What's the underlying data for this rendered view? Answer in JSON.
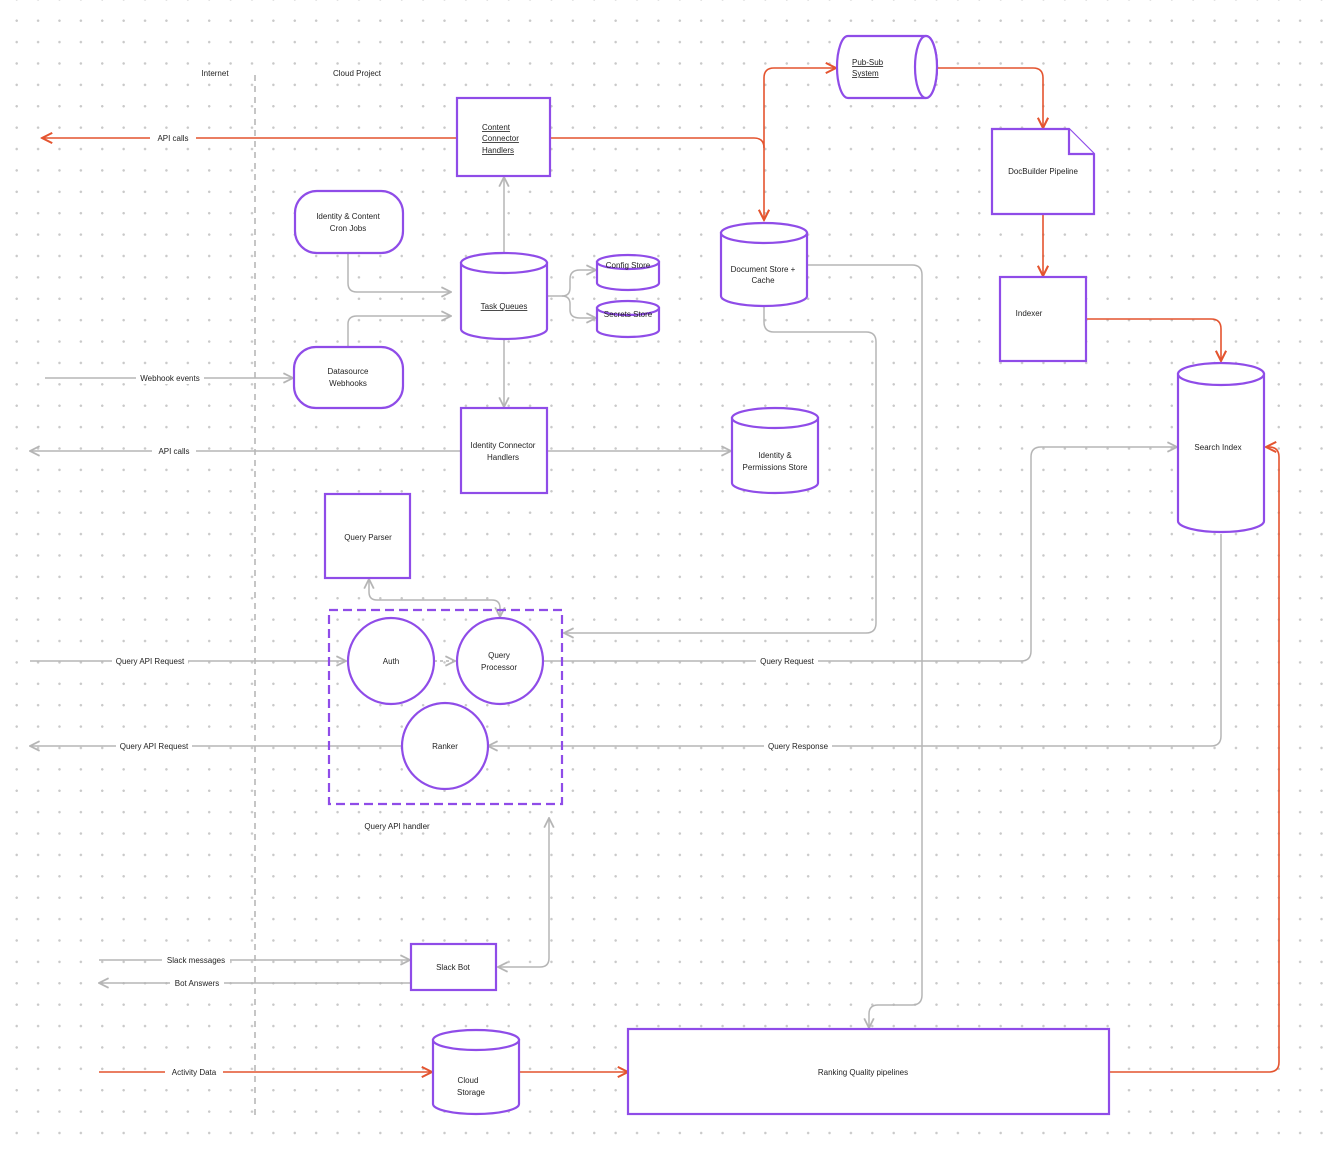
{
  "zones": {
    "internet": "Internet",
    "cloud": "Cloud Project"
  },
  "nodes": {
    "pubsub": [
      "Pub-Sub",
      "System"
    ],
    "content_connector": [
      "Content",
      "Connector",
      "Handlers"
    ],
    "docbuilder": "DocBuilder Pipeline",
    "cron_jobs": [
      "Identity & Content",
      "Cron Jobs"
    ],
    "task_queues": "Task Queues",
    "config_store": "Config Store",
    "secrets_store": "Secrets Store",
    "document_store": [
      "Document Store +",
      "Cache"
    ],
    "indexer": "Indexer",
    "datasource_webhooks": [
      "Datasource",
      "Webhooks"
    ],
    "search_index": "Search Index",
    "identity_connector": [
      "Identity Connector",
      "Handlers"
    ],
    "identity_store": [
      "Identity &",
      "Permissions Store"
    ],
    "query_parser": "Query Parser",
    "auth": "Auth",
    "query_processor": [
      "Query",
      "Processor"
    ],
    "ranker": "Ranker",
    "query_api_handler": "Query API handler",
    "slack_bot": "Slack Bot",
    "cloud_storage": [
      "Cloud",
      "Storage"
    ],
    "ranking_pipelines": "Ranking Quality pipelines"
  },
  "edges": {
    "api_calls_top": "API calls",
    "webhook_events": "Webhook events",
    "api_calls_identity": "API calls",
    "query_api_request_in": "Query API Request",
    "query_request": "Query Request",
    "query_api_request_out": "Query API Request",
    "query_response": "Query Response",
    "slack_messages": "Slack messages",
    "bot_answers": "Bot Answers",
    "activity_data": "Activity Data"
  },
  "colors": {
    "node_stroke": "#8f4ce8",
    "data_flow": "#e4542f",
    "control_flow": "#b5b5b5"
  }
}
